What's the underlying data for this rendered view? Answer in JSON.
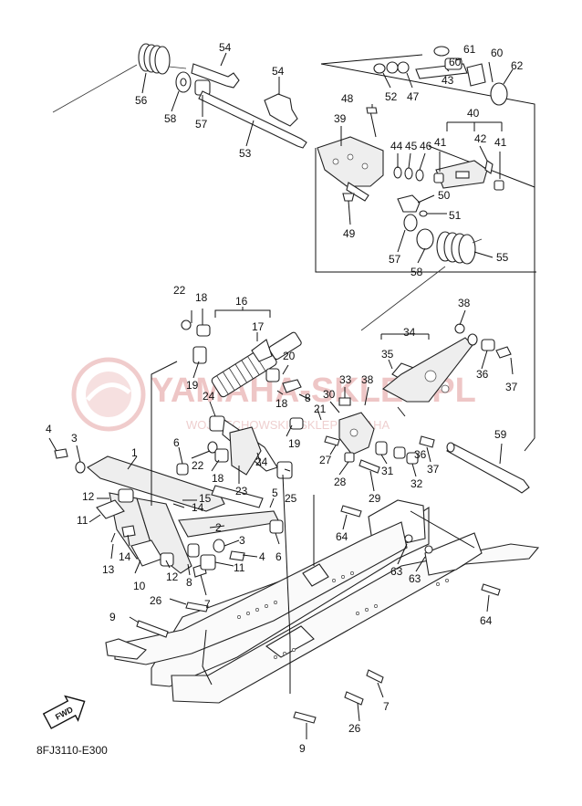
{
  "diagram_code": "8FJ3110-E300",
  "fwd_label": "FWD",
  "watermark": {
    "main": "YAMAHA-SKLEP.PL",
    "sub": "WOJCIECHOWSKI · SKLEP YAMAHA"
  },
  "callouts": {
    "c1": "1",
    "c2": "2",
    "c3a": "3",
    "c3b": "3",
    "c4a": "4",
    "c4b": "4",
    "c5": "5",
    "c6a": "6",
    "c6b": "6",
    "c7a": "7",
    "c7b": "7",
    "c8a": "8",
    "c8b": "8",
    "c9a": "9",
    "c9b": "9",
    "c10": "10",
    "c11a": "11",
    "c11b": "11",
    "c12a": "12",
    "c12b": "12",
    "c13": "13",
    "c14a": "14",
    "c14b": "14",
    "c15": "15",
    "c16": "16",
    "c17": "17",
    "c18a": "18",
    "c18b": "18",
    "c18c": "18",
    "c19a": "19",
    "c19b": "19",
    "c20": "20",
    "c21": "21",
    "c22a": "22",
    "c22b": "22",
    "c23": "23",
    "c24a": "24",
    "c24b": "24",
    "c25": "25",
    "c26a": "26",
    "c26b": "26",
    "c27": "27",
    "c28": "28",
    "c29": "29",
    "c30": "30",
    "c31": "31",
    "c32": "32",
    "c33": "33",
    "c34": "34",
    "c35": "35",
    "c36a": "36",
    "c36b": "36",
    "c37a": "37",
    "c37b": "37",
    "c38a": "38",
    "c38b": "38",
    "c39": "39",
    "c40": "40",
    "c41a": "41",
    "c41b": "41",
    "c42": "42",
    "c43": "43",
    "c44": "44",
    "c45": "45",
    "c46": "46",
    "c47": "47",
    "c48": "48",
    "c49": "49",
    "c50": "50",
    "c51": "51",
    "c52": "52",
    "c53": "53",
    "c54a": "54",
    "c54b": "54",
    "c55": "55",
    "c56": "56",
    "c57a": "57",
    "c57b": "57",
    "c58a": "58",
    "c58b": "58",
    "c59": "59",
    "c60a": "60",
    "c60b": "60",
    "c61": "61",
    "c62": "62",
    "c63a": "63",
    "c63b": "63",
    "c64a": "64",
    "c64b": "64"
  }
}
